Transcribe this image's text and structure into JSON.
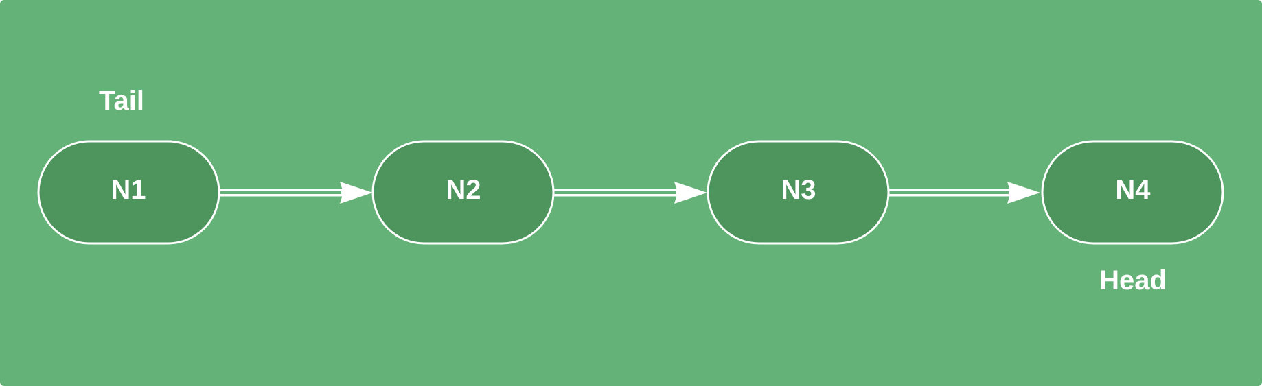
{
  "diagram": {
    "nodes": [
      {
        "id": "n1",
        "label": "N1"
      },
      {
        "id": "n2",
        "label": "N2"
      },
      {
        "id": "n3",
        "label": "N3"
      },
      {
        "id": "n4",
        "label": "N4"
      }
    ],
    "edges": [
      {
        "from": "n1",
        "to": "n2"
      },
      {
        "from": "n2",
        "to": "n3"
      },
      {
        "from": "n3",
        "to": "n4"
      }
    ],
    "tail_label": "Tail",
    "head_label": "Head",
    "colors": {
      "background": "#64b277",
      "node_fill": "#4e945d",
      "stroke": "#ffffff",
      "text": "#ffffff"
    }
  }
}
